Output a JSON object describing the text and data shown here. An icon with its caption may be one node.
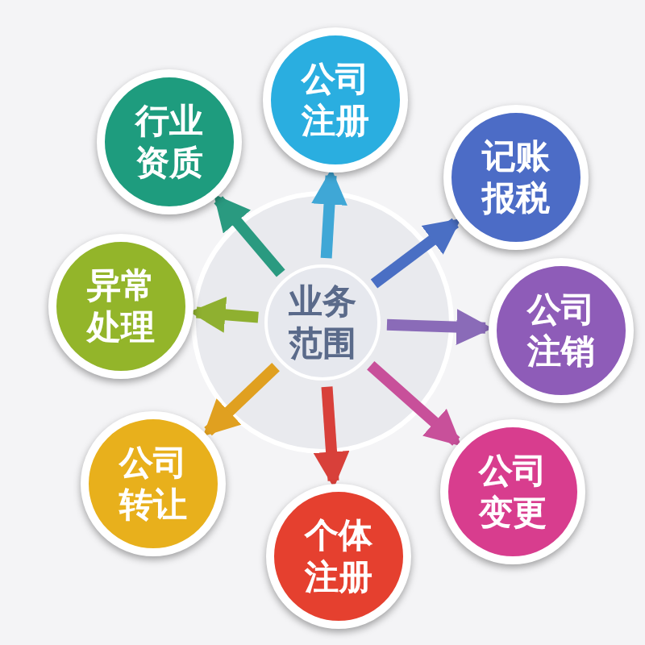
{
  "diagram": {
    "nodes": [
      {
        "text": [
          "业务范围"
        ]
      },
      {
        "text": [
          "公司注册"
        ]
      },
      {
        "text": [
          "记账报税"
        ]
      },
      {
        "text": [
          "公司注销"
        ]
      },
      {
        "text": [
          "公司变更"
        ]
      },
      {
        "text": [
          "个体注册"
        ]
      },
      {
        "text": [
          "公司转让"
        ]
      },
      {
        "text": [
          "异常处理"
        ]
      },
      {
        "text": [
          "行业资质"
        ]
      }
    ],
    "edges": [
      {
        "from": 0,
        "to": 1,
        "arrow": "to",
        "color": "#3fa7d6"
      },
      {
        "from": 0,
        "to": 2,
        "arrow": "to",
        "color": "#4a6fc4"
      },
      {
        "from": 0,
        "to": 3,
        "arrow": "to",
        "color": "#8a6bb8"
      },
      {
        "from": 0,
        "to": 4,
        "arrow": "to",
        "color": "#c8509a"
      },
      {
        "from": 0,
        "to": 5,
        "arrow": "to",
        "color": "#d8403a"
      },
      {
        "from": 0,
        "to": 6,
        "arrow": "to",
        "color": "#e0a020"
      },
      {
        "from": 0,
        "to": 7,
        "arrow": "to",
        "color": "#8fb030"
      },
      {
        "from": 0,
        "to": 8,
        "arrow": "to",
        "color": "#2a9a80"
      }
    ]
  }
}
